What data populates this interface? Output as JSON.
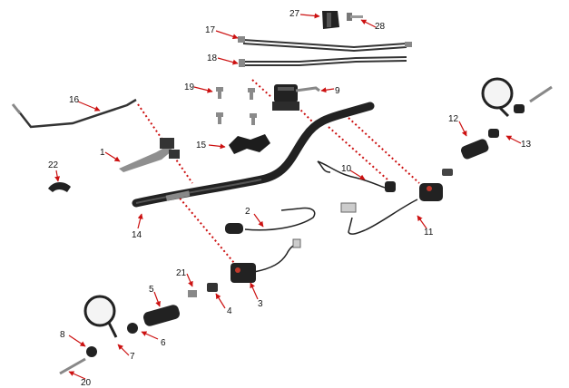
{
  "diagram": {
    "callouts": [
      {
        "id": "c1",
        "text": "1"
      },
      {
        "id": "c2",
        "text": "2"
      },
      {
        "id": "c3",
        "text": "3"
      },
      {
        "id": "c4",
        "text": "4"
      },
      {
        "id": "c5",
        "text": "5"
      },
      {
        "id": "c6",
        "text": "6"
      },
      {
        "id": "c7",
        "text": "7"
      },
      {
        "id": "c8",
        "text": "8"
      },
      {
        "id": "c9",
        "text": "9"
      },
      {
        "id": "c10",
        "text": "10"
      },
      {
        "id": "c11",
        "text": "11"
      },
      {
        "id": "c12",
        "text": "12"
      },
      {
        "id": "c13",
        "text": "13"
      },
      {
        "id": "c14",
        "text": "14"
      },
      {
        "id": "c15",
        "text": "15"
      },
      {
        "id": "c16",
        "text": "16"
      },
      {
        "id": "c17",
        "text": "17"
      },
      {
        "id": "c18",
        "text": "18"
      },
      {
        "id": "c19",
        "text": "19"
      },
      {
        "id": "c20",
        "text": "20"
      },
      {
        "id": "c21",
        "text": "21"
      },
      {
        "id": "c22",
        "text": "22"
      },
      {
        "id": "c27",
        "text": "27"
      },
      {
        "id": "c28",
        "text": "28"
      }
    ],
    "colors": {
      "leader": "#cc1111",
      "part": "#2b2b2b",
      "metal": "#9a9a9a"
    }
  }
}
